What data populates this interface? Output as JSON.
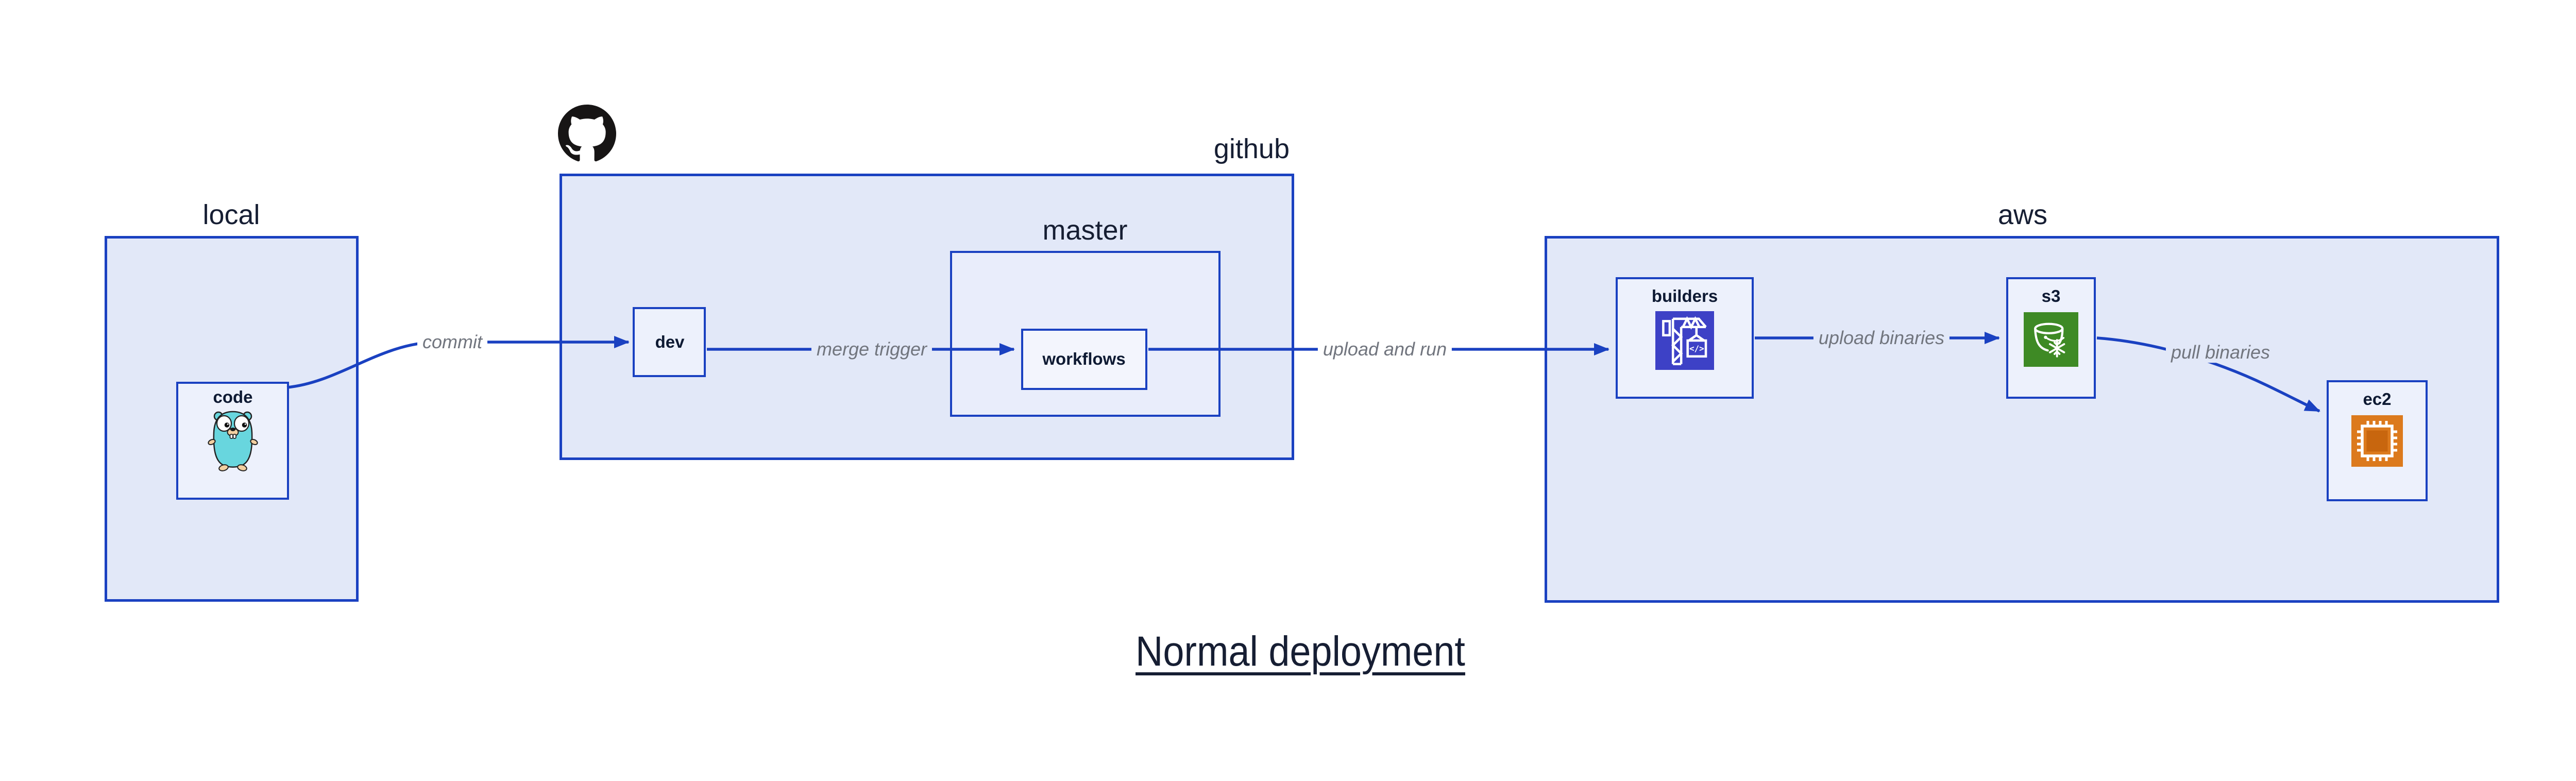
{
  "diagram_title": "Normal deployment",
  "groups": {
    "local": {
      "label": "local"
    },
    "github": {
      "label": "github",
      "logo_icon": "github-octocat-icon"
    },
    "master": {
      "label": "master"
    },
    "aws": {
      "label": "aws"
    }
  },
  "nodes": {
    "code": {
      "label": "code",
      "icon": "go-gopher-icon",
      "parent": "local"
    },
    "dev": {
      "label": "dev",
      "parent": "github"
    },
    "workflows": {
      "label": "workflows",
      "parent": "master"
    },
    "builders": {
      "label": "builders",
      "icon": "codebuild-crane-icon",
      "parent": "aws"
    },
    "s3": {
      "label": "s3",
      "icon": "s3-glacier-bucket-icon",
      "parent": "aws"
    },
    "ec2": {
      "label": "ec2",
      "icon": "ec2-chip-icon",
      "parent": "aws"
    }
  },
  "edges": [
    {
      "id": "commit",
      "label": "commit",
      "from": "code",
      "to": "dev"
    },
    {
      "id": "merge-trigger",
      "label": "merge trigger",
      "from": "dev",
      "to": "workflows"
    },
    {
      "id": "upload-and-run",
      "label": "upload and run",
      "from": "workflows",
      "to": "builders"
    },
    {
      "id": "upload-binaries",
      "label": "upload binaries",
      "from": "builders",
      "to": "s3"
    },
    {
      "id": "pull-binaries",
      "label": "pull binaries",
      "from": "s3",
      "to": "ec2"
    }
  ],
  "colors": {
    "stroke_blue": "#1a41c1",
    "container_fill": "#e2e8f8",
    "master_fill": "#e9edfb",
    "workflows_fill": "#f3f5fd",
    "node_fill": "#edf1fc",
    "label_navy": "#161e33",
    "edge_label_gray": "#71757e",
    "codebuild_indigo": "#3d41c6",
    "glacier_green": "#3e8a25",
    "ec2_orange": "#dc7a1d",
    "gopher_teal": "#68d6de",
    "github_black": "#171515"
  }
}
